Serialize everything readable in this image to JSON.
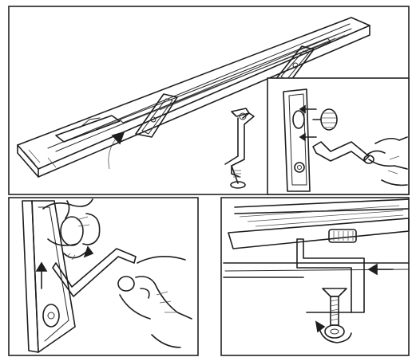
{
  "figure": {
    "panels": [
      {
        "id": "top",
        "content": "keyboard-shelf-with-clamps"
      },
      {
        "id": "inset",
        "content": "attach-clamp-knob"
      },
      {
        "id": "bottom-left",
        "content": "tighten-knob-by-hand"
      },
      {
        "id": "bottom-right",
        "content": "clamp-on-table-edge"
      }
    ],
    "colors": {
      "ink": "#1e1e1e",
      "paper": "#ffffff",
      "shade": "#555555"
    }
  }
}
